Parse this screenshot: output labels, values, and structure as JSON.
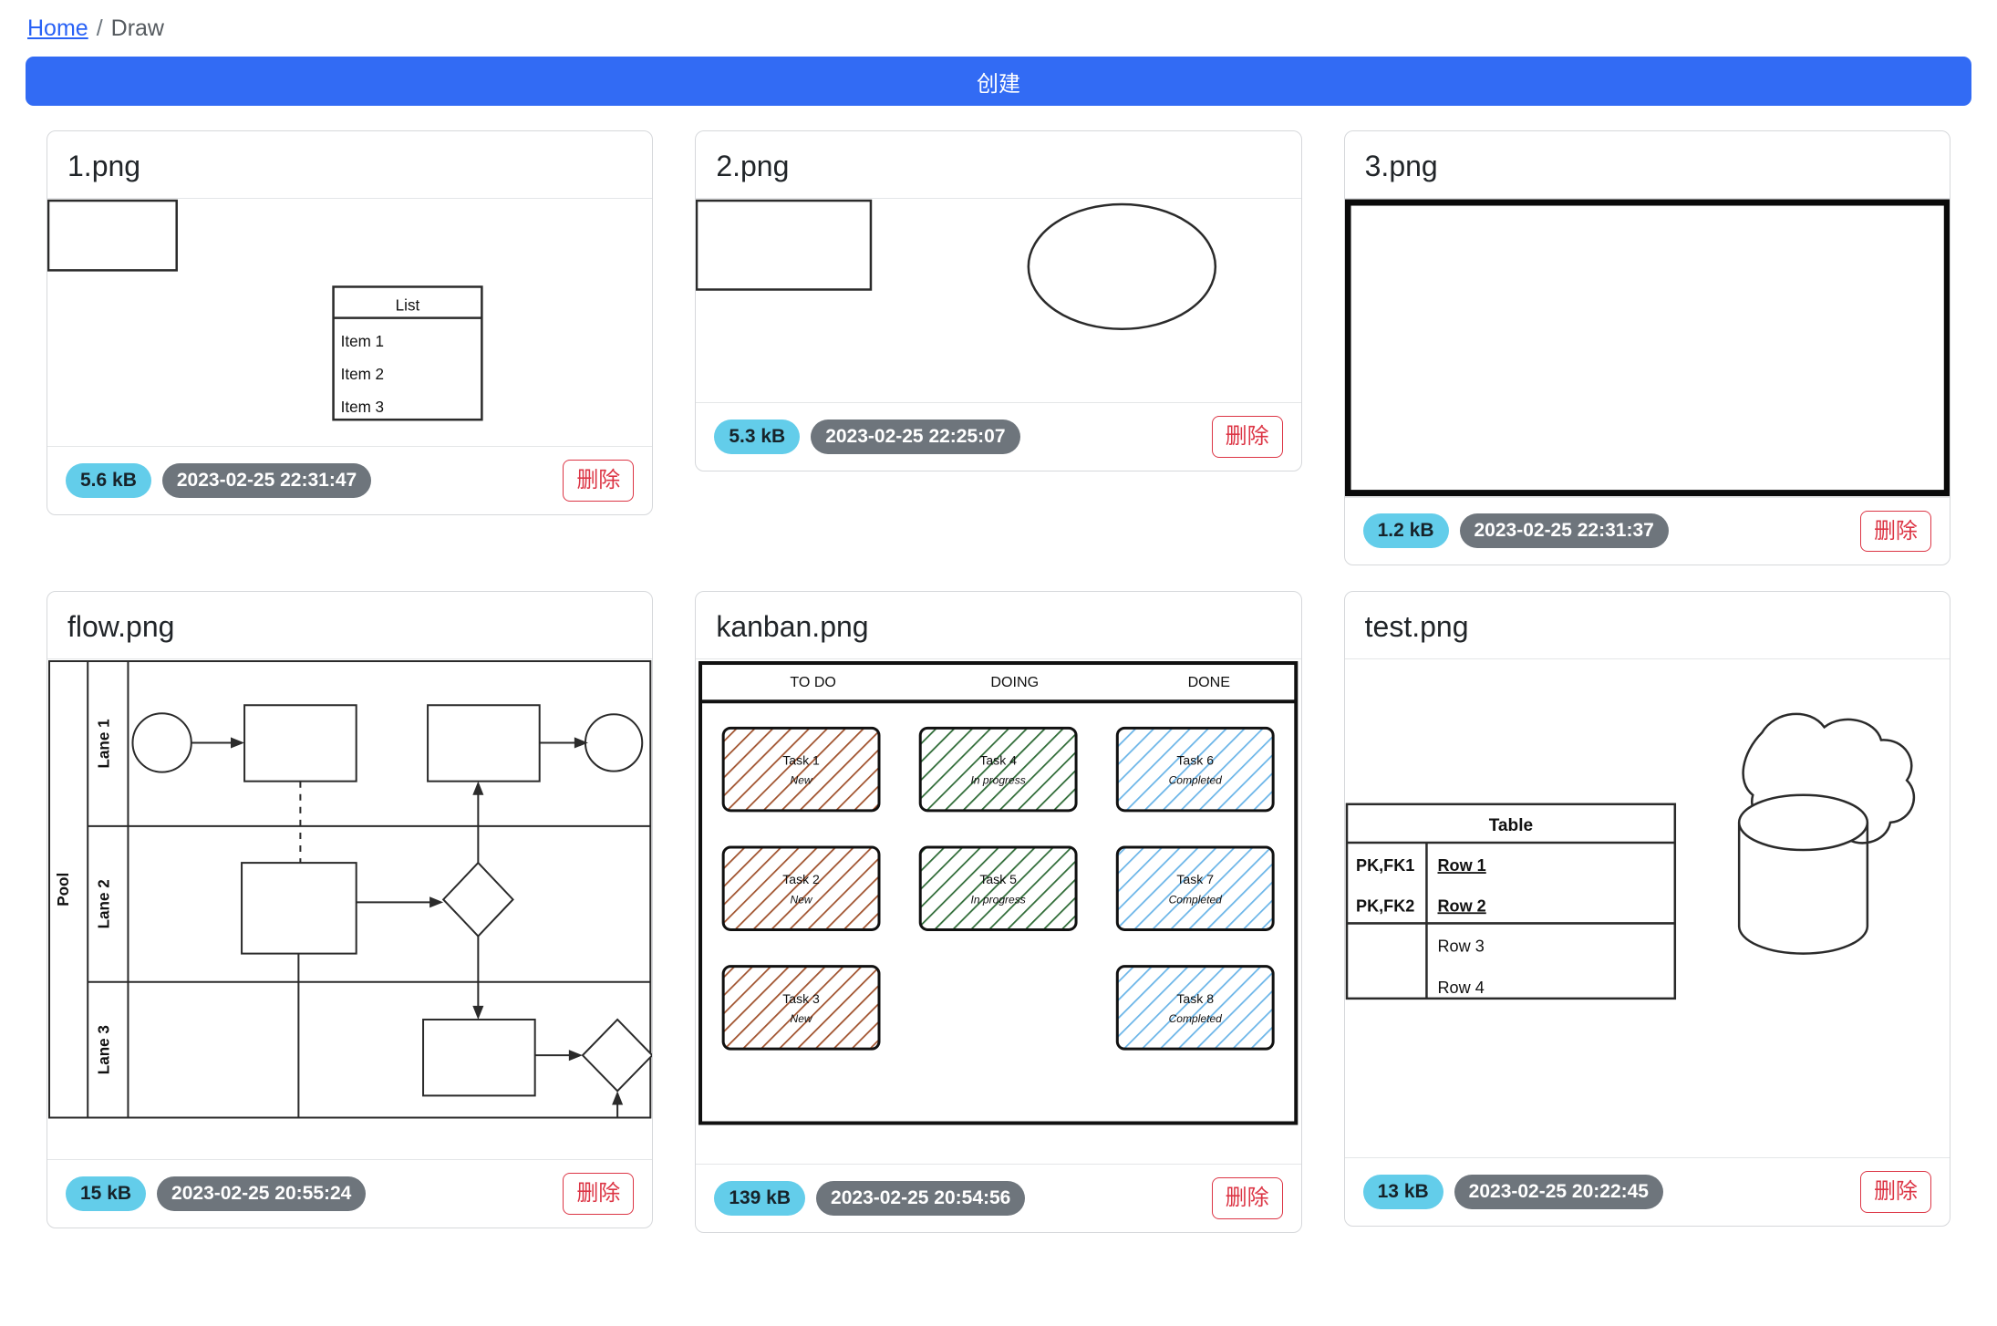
{
  "breadcrumb": {
    "home_label": "Home",
    "separator": "/",
    "current_label": "Draw"
  },
  "toolbar": {
    "create_label": "创建"
  },
  "labels": {
    "delete_label": "删除"
  },
  "colors": {
    "primary": "#326bf4",
    "link": "#2962f6",
    "badge_size_bg": "#63cdea",
    "badge_time_bg": "#6e757c",
    "danger": "#dc3545",
    "kanban_todo": "#a0522d",
    "kanban_doing": "#2e6b36",
    "kanban_done": "#6bb5e8"
  },
  "cards": [
    {
      "name": "1.png",
      "size": "5.6 kB",
      "time": "2023-02-25 22:31:47",
      "delete_label": "删除",
      "preview": {
        "type": "shapes-list",
        "list_title": "List",
        "list_items": [
          "Item 1",
          "Item 2",
          "Item 3"
        ]
      }
    },
    {
      "name": "2.png",
      "size": "5.3 kB",
      "time": "2023-02-25 22:25:07",
      "delete_label": "删除",
      "preview": {
        "type": "rect-ellipse"
      }
    },
    {
      "name": "3.png",
      "size": "1.2 kB",
      "time": "2023-02-25 22:31:37",
      "delete_label": "删除",
      "preview": {
        "type": "thick-rect"
      }
    },
    {
      "name": "flow.png",
      "size": "15 kB",
      "time": "2023-02-25 20:55:24",
      "delete_label": "删除",
      "preview": {
        "type": "bpmn-pool",
        "pool_label": "Pool",
        "lanes": [
          "Lane 1",
          "Lane 2",
          "Lane 3"
        ]
      }
    },
    {
      "name": "kanban.png",
      "size": "139 kB",
      "time": "2023-02-25 20:54:56",
      "delete_label": "删除",
      "preview": {
        "type": "kanban",
        "columns": [
          "TO DO",
          "DOING",
          "DONE"
        ],
        "tasks": [
          {
            "title": "Task 1",
            "status": "New",
            "column": "TO DO"
          },
          {
            "title": "Task 2",
            "status": "New",
            "column": "TO DO"
          },
          {
            "title": "Task 3",
            "status": "New",
            "column": "TO DO"
          },
          {
            "title": "Task 4",
            "status": "In progress",
            "column": "DOING"
          },
          {
            "title": "Task 5",
            "status": "In progress",
            "column": "DOING"
          },
          {
            "title": "Task 6",
            "status": "Completed",
            "column": "DONE"
          },
          {
            "title": "Task 7",
            "status": "Completed",
            "column": "DONE"
          },
          {
            "title": "Task 8",
            "status": "Completed",
            "column": "DONE"
          }
        ]
      }
    },
    {
      "name": "test.png",
      "size": "13 kB",
      "time": "2023-02-25 20:22:45",
      "delete_label": "删除",
      "preview": {
        "type": "er-table-cloud-db",
        "table_title": "Table",
        "keys": [
          "PK,FK1",
          "PK,FK2",
          "",
          ""
        ],
        "rows": [
          "Row 1",
          "Row 2",
          "Row 3",
          "Row 4"
        ]
      }
    }
  ]
}
